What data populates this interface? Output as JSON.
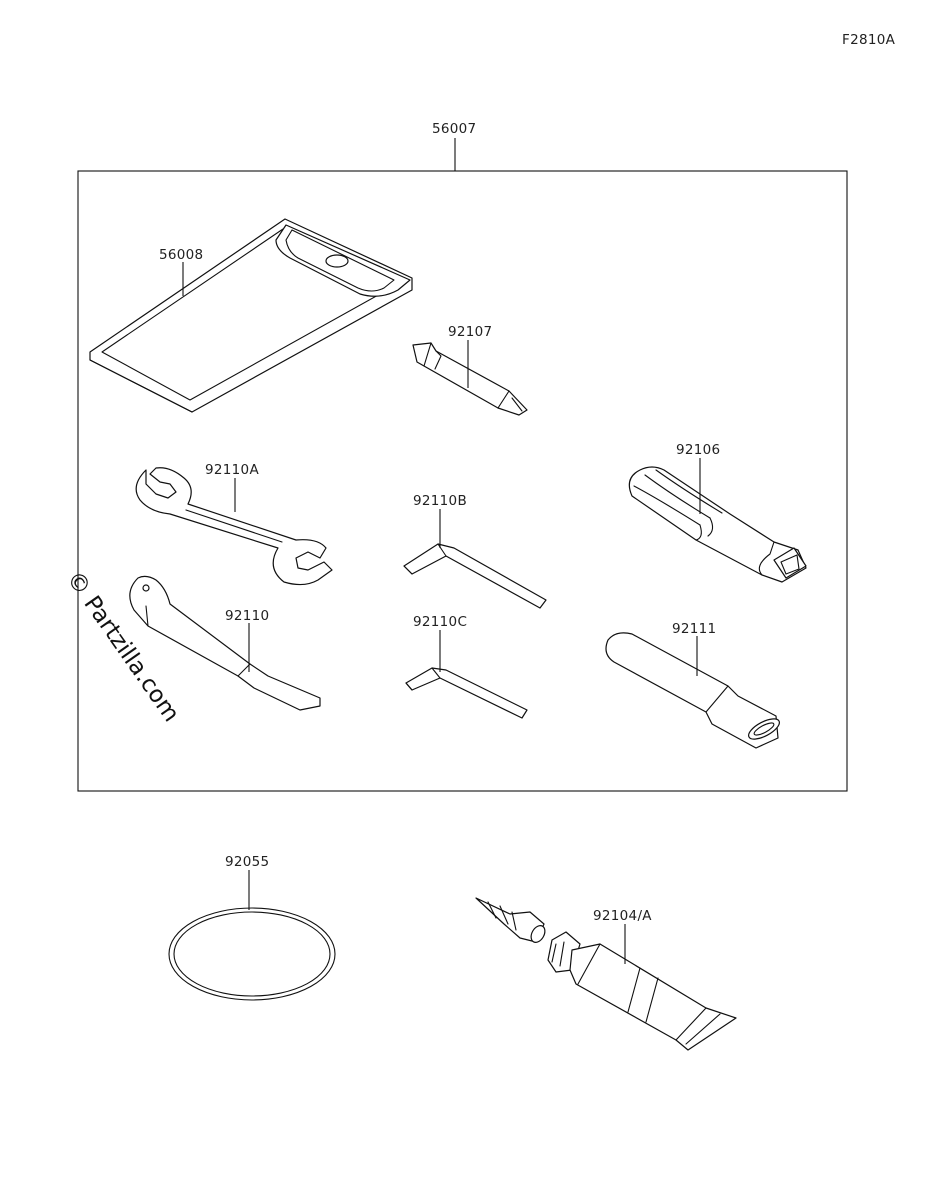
{
  "figure_code": "F2810A",
  "watermark": "© Partzilla.com",
  "parts": {
    "tool_kit": "56007",
    "tool_bag": "56008",
    "screwdriver_bit": "92107",
    "screwdriver_handle": "92106",
    "wrench_open_end": "92110A",
    "hex_wrench_b": "92110B",
    "hex_wrench_c": "92110C",
    "wrench_hook": "92110",
    "extension_pipe": "92111",
    "o_ring": "92055",
    "grease_tube": "92104/A"
  }
}
